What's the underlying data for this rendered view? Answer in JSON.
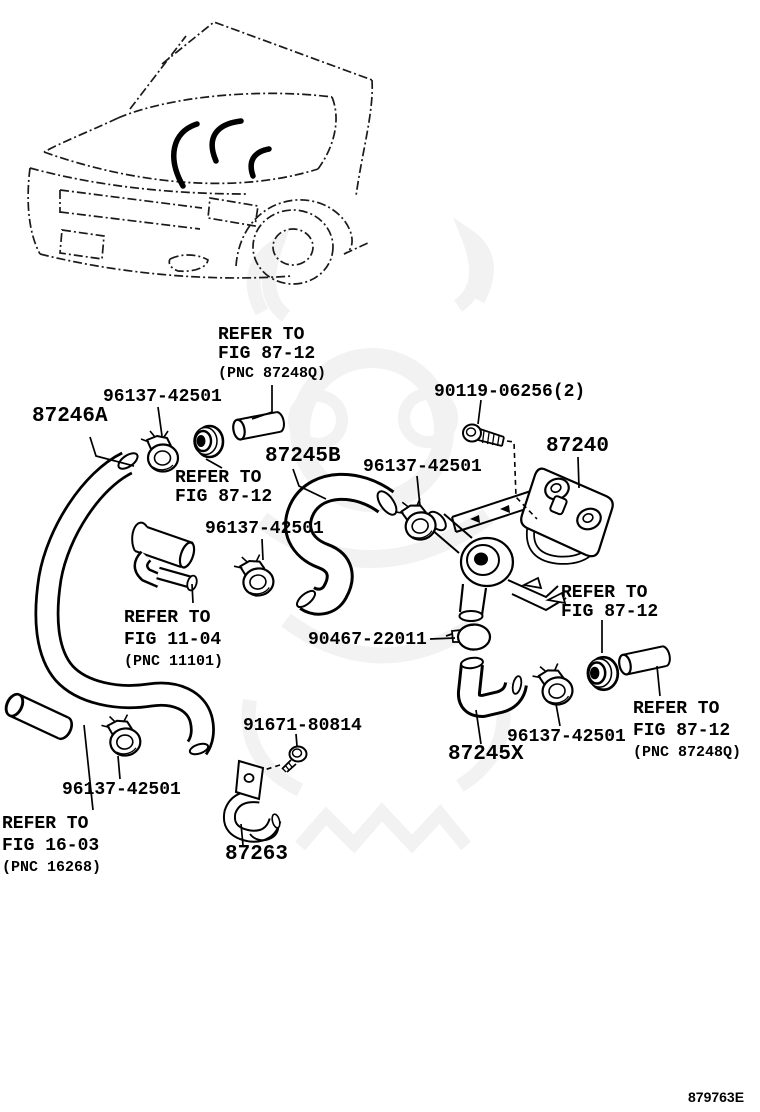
{
  "figure_code": "879763E",
  "ink_color": "#000000",
  "watermark_color": "#f2f2f2",
  "labels": {
    "clamp_top": "96137-42501",
    "hose_main": "87246A",
    "refer_top": [
      "REFER TO",
      "FIG 87-12",
      "(PNC 87248Q)"
    ],
    "refer_grommet_mid": [
      "REFER TO",
      "FIG 87-12"
    ],
    "hose_b": "87245B",
    "clamp_valve": "96137-42501",
    "bolt": "90119-06256(2)",
    "valve_bracket": "87240",
    "clamp_engine": "96137-42501",
    "refer_engine": [
      "REFER TO",
      "FIG 11-04",
      "(PNC 11101)"
    ],
    "outlet_clamp": "90467-22011",
    "refer_grommet_right": [
      "REFER TO",
      "FIG 87-12"
    ],
    "refer_pipe_right": [
      "REFER TO",
      "FIG 87-12",
      "(PNC 87248Q)"
    ],
    "clamp_right": "96137-42501",
    "hose_x": "87245X",
    "screw": "91671-80814",
    "clamp_bottom": "96137-42501",
    "refer_pipe_bottom": [
      "REFER TO",
      "FIG 16-03",
      "(PNC 16268)"
    ],
    "hose_bracket": "87263"
  }
}
